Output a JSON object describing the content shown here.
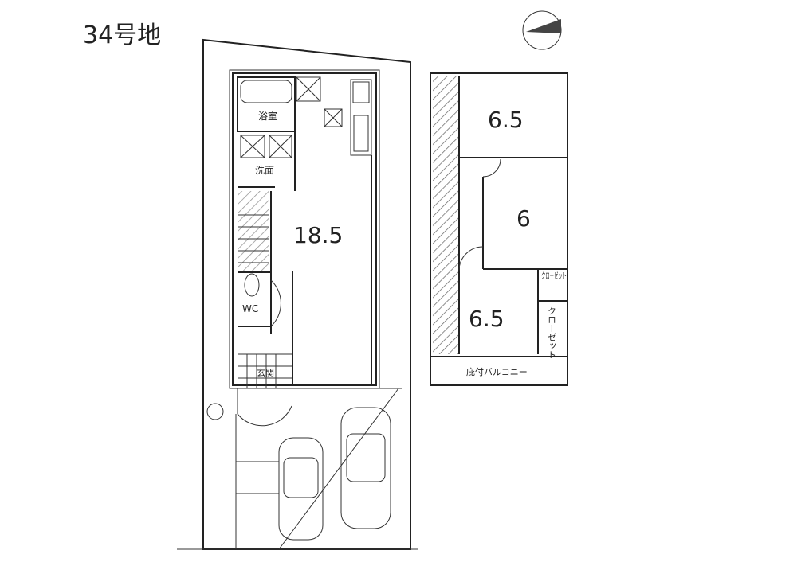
{
  "title": "34号地",
  "first_floor": {
    "bathroom": "浴室",
    "washroom": "洗面",
    "ldk": "18.5",
    "toilet": "WC",
    "entrance": "玄関"
  },
  "second_floor": {
    "room_north": "6.5",
    "room_middle": "6",
    "room_south": "6.5",
    "closet_small": "クローゼット",
    "closet_large": "クローゼット",
    "balcony": "庇付バルコニー"
  },
  "colors": {
    "line": "#222222",
    "hatch": "#555555"
  }
}
